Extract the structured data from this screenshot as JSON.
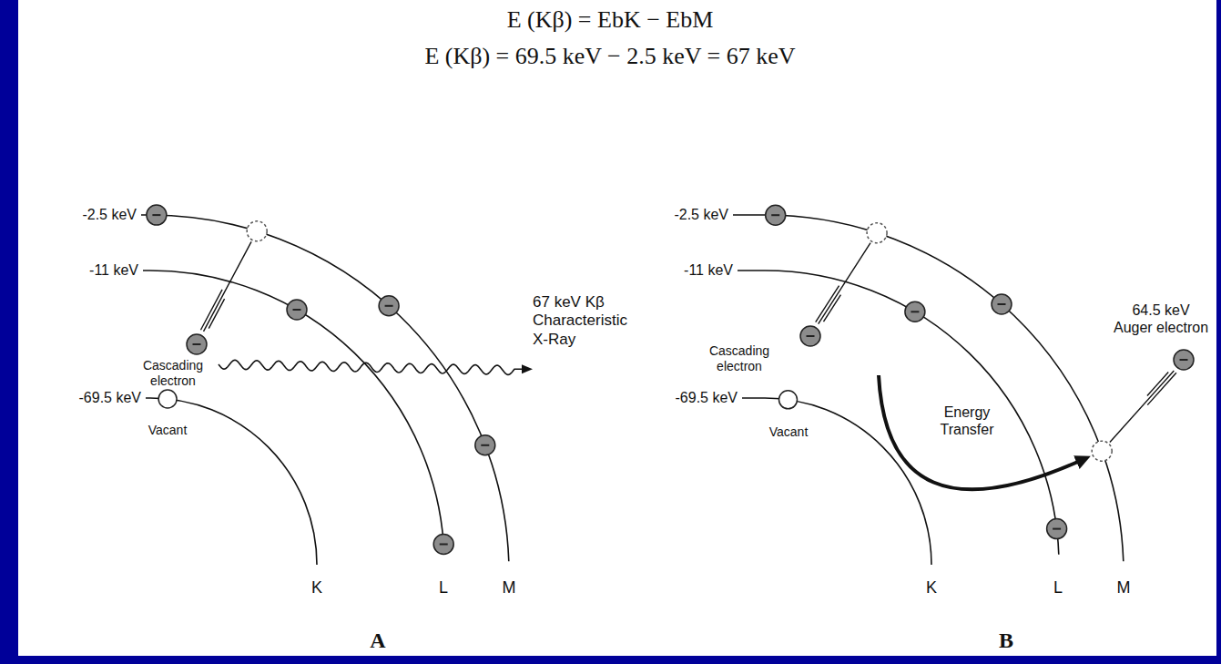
{
  "diagram": {
    "labels": [
      "E (Kβ) = EbK − EbM",
      "E (Kβ) = 69.5 keV − 2.5 keV = 67 keV",
      "-2.5 keV",
      "-11 keV",
      "-69.5 keV",
      "Vacant",
      "Cascading electron",
      "67 keV Kβ Characteristic X-Ray",
      "K",
      "L",
      "M",
      "A",
      "-2.5 keV",
      "-11 keV",
      "-69.5 keV",
      "Vacant",
      "Cascading electron",
      "Energy Transfer",
      "64.5 keV Auger electron",
      "K",
      "L",
      "M",
      "B"
    ]
  }
}
